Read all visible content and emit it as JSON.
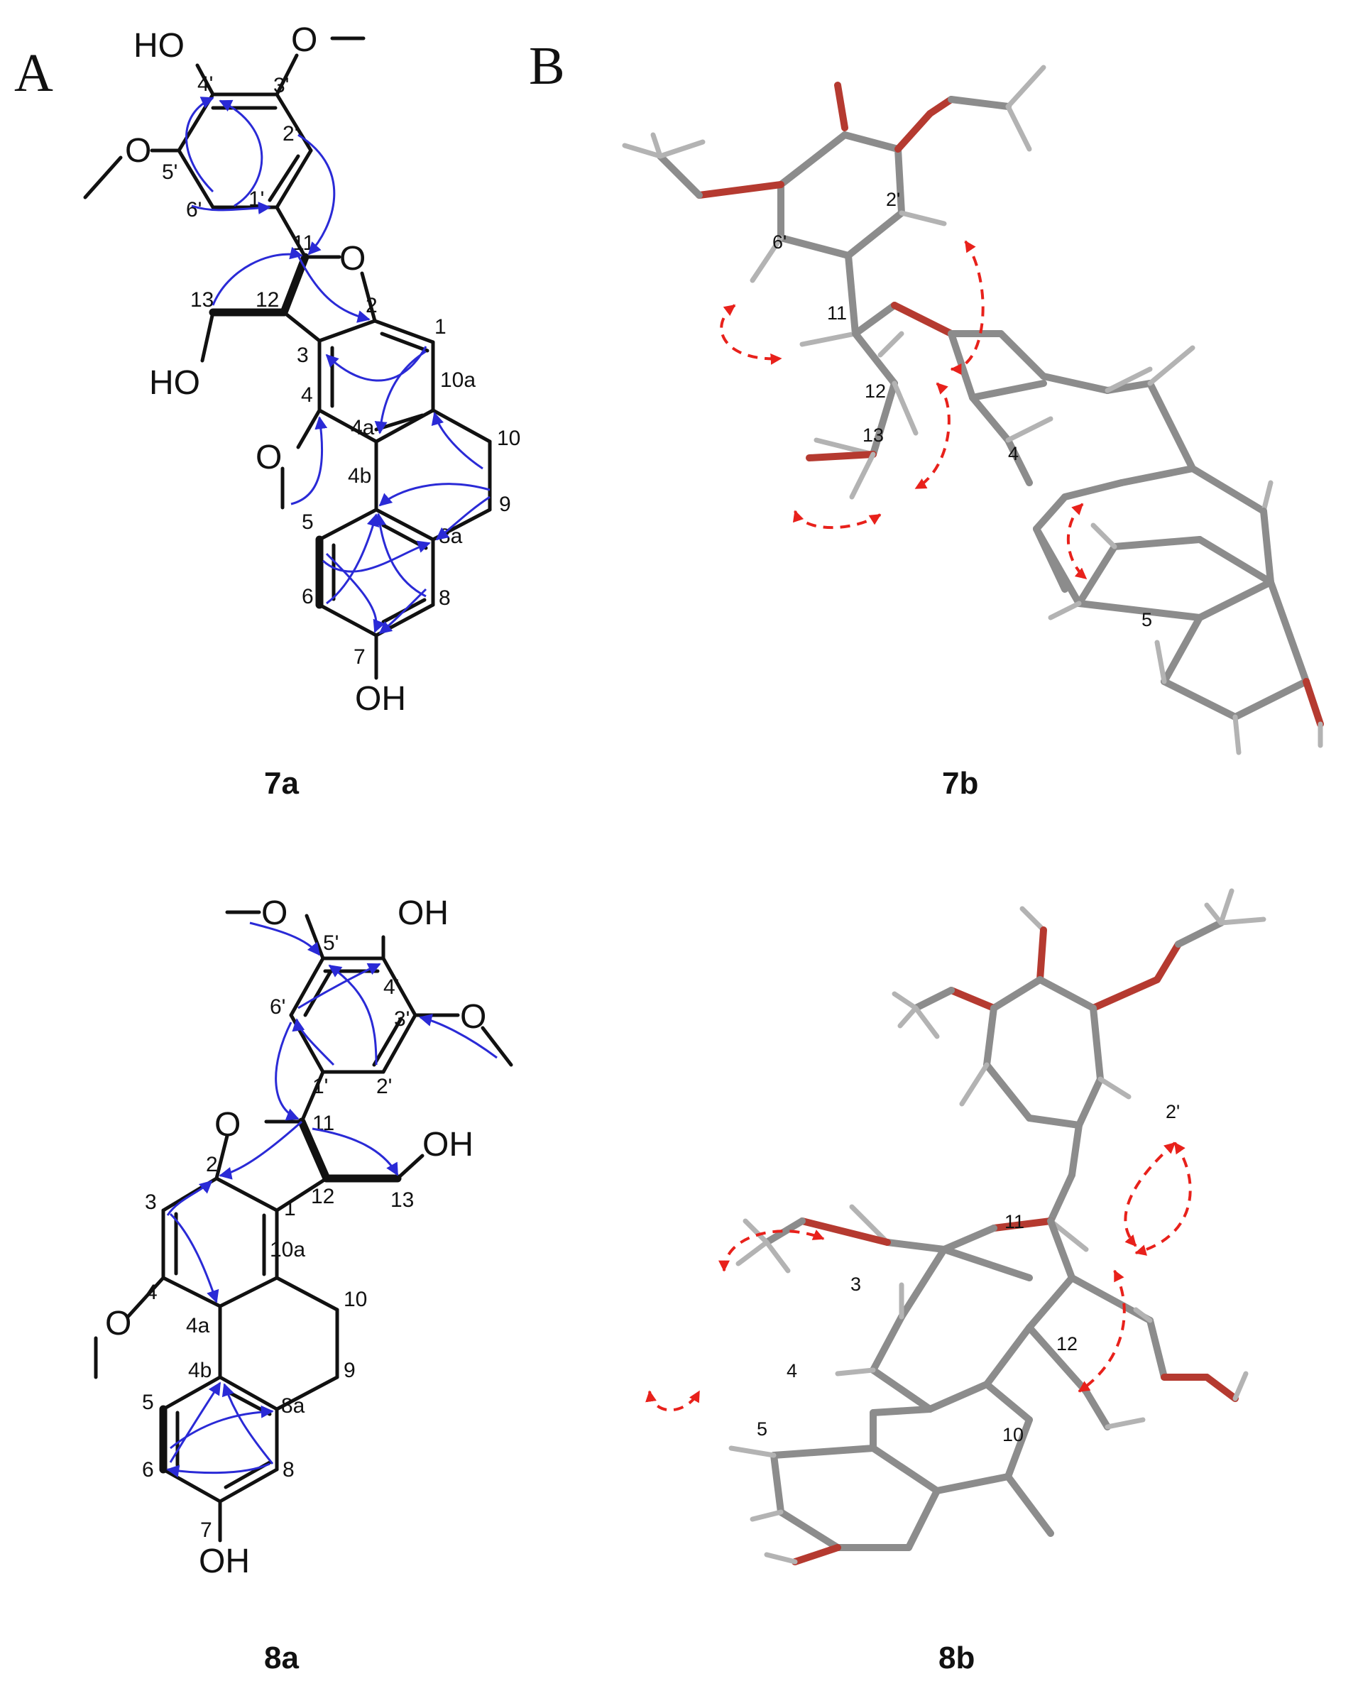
{
  "panels": {
    "a": "A",
    "b": "B"
  },
  "captions": {
    "s7a": "7a",
    "s7b": "7b",
    "s8a": "8a",
    "s8b": "8b"
  },
  "atoms": {
    "ho": "HO",
    "oh": "OH",
    "o": "O"
  },
  "s7a_labels": {
    "c4p": "4'",
    "c3p": "3'",
    "c2p": "2'",
    "c1p": "1'",
    "c5p": "5'",
    "c6p": "6'",
    "c11": "11",
    "c12": "12",
    "c13": "13",
    "c2": "2",
    "c1": "1",
    "c3": "3",
    "c4": "4",
    "c4a": "4a",
    "c10a": "10a",
    "c10": "10",
    "c9": "9",
    "c4b": "4b",
    "c8a": "8a",
    "c5": "5",
    "c6": "6",
    "c7": "7",
    "c8": "8"
  },
  "s7b_labels": {
    "c6p": "6'",
    "c2p": "2'",
    "c11": "11",
    "c12": "12",
    "c13": "13",
    "c4": "4",
    "c5": "5"
  },
  "s8a_labels": {
    "c5p": "5'",
    "c4p": "4'",
    "c3p": "3'",
    "c6p": "6'",
    "c1p": "1'",
    "c2p": "2'",
    "c11": "11",
    "c2": "2",
    "c12": "12",
    "c13": "13",
    "c3": "3",
    "c1": "1",
    "c10a": "10a",
    "c4": "4",
    "c4a": "4a",
    "c10": "10",
    "c9": "9",
    "c4b": "4b",
    "c8a": "8a",
    "c5": "5",
    "c6": "6",
    "c7": "7",
    "c8": "8"
  },
  "s8b_labels": {
    "c2p": "2'",
    "c11": "11",
    "c3": "3",
    "c4": "4",
    "c12": "12",
    "c10": "10",
    "c5": "5"
  },
  "colors": {
    "hmbc_arrows": "#2a2ad6",
    "noesy_arrows": "#e8211b",
    "model_carbon": "#8c8c8c",
    "model_oxygen": "#b53a30"
  }
}
